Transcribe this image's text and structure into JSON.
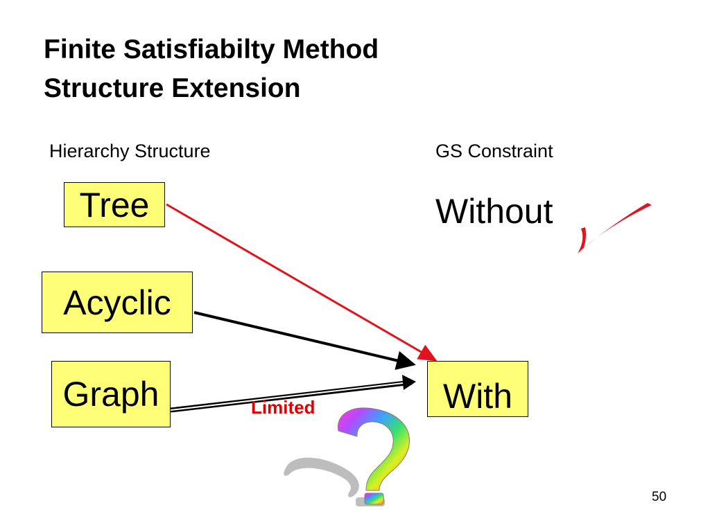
{
  "slide": {
    "title_line1": "Finite Satisfiabilty Method",
    "title_line2": "Structure Extension",
    "page_number": "50"
  },
  "columns": {
    "left_heading": "Hierarchy Structure",
    "right_heading": "GS Constraint"
  },
  "hierarchy_options": {
    "tree": "Tree",
    "acyclic": "Acyclic",
    "graph": "Graph"
  },
  "constraint_options": {
    "without": "Without",
    "with": "With"
  },
  "annotations": {
    "limited": "Limited"
  },
  "icons": {
    "checkmark": "checkmark-icon",
    "question": "rainbow-question-mark-icon"
  },
  "colors": {
    "box_fill": "#ffff77",
    "arrow_red": "#e0141e",
    "arrow_black": "#000000",
    "check_red": "#e0141e",
    "limited_text": "#e00000"
  }
}
